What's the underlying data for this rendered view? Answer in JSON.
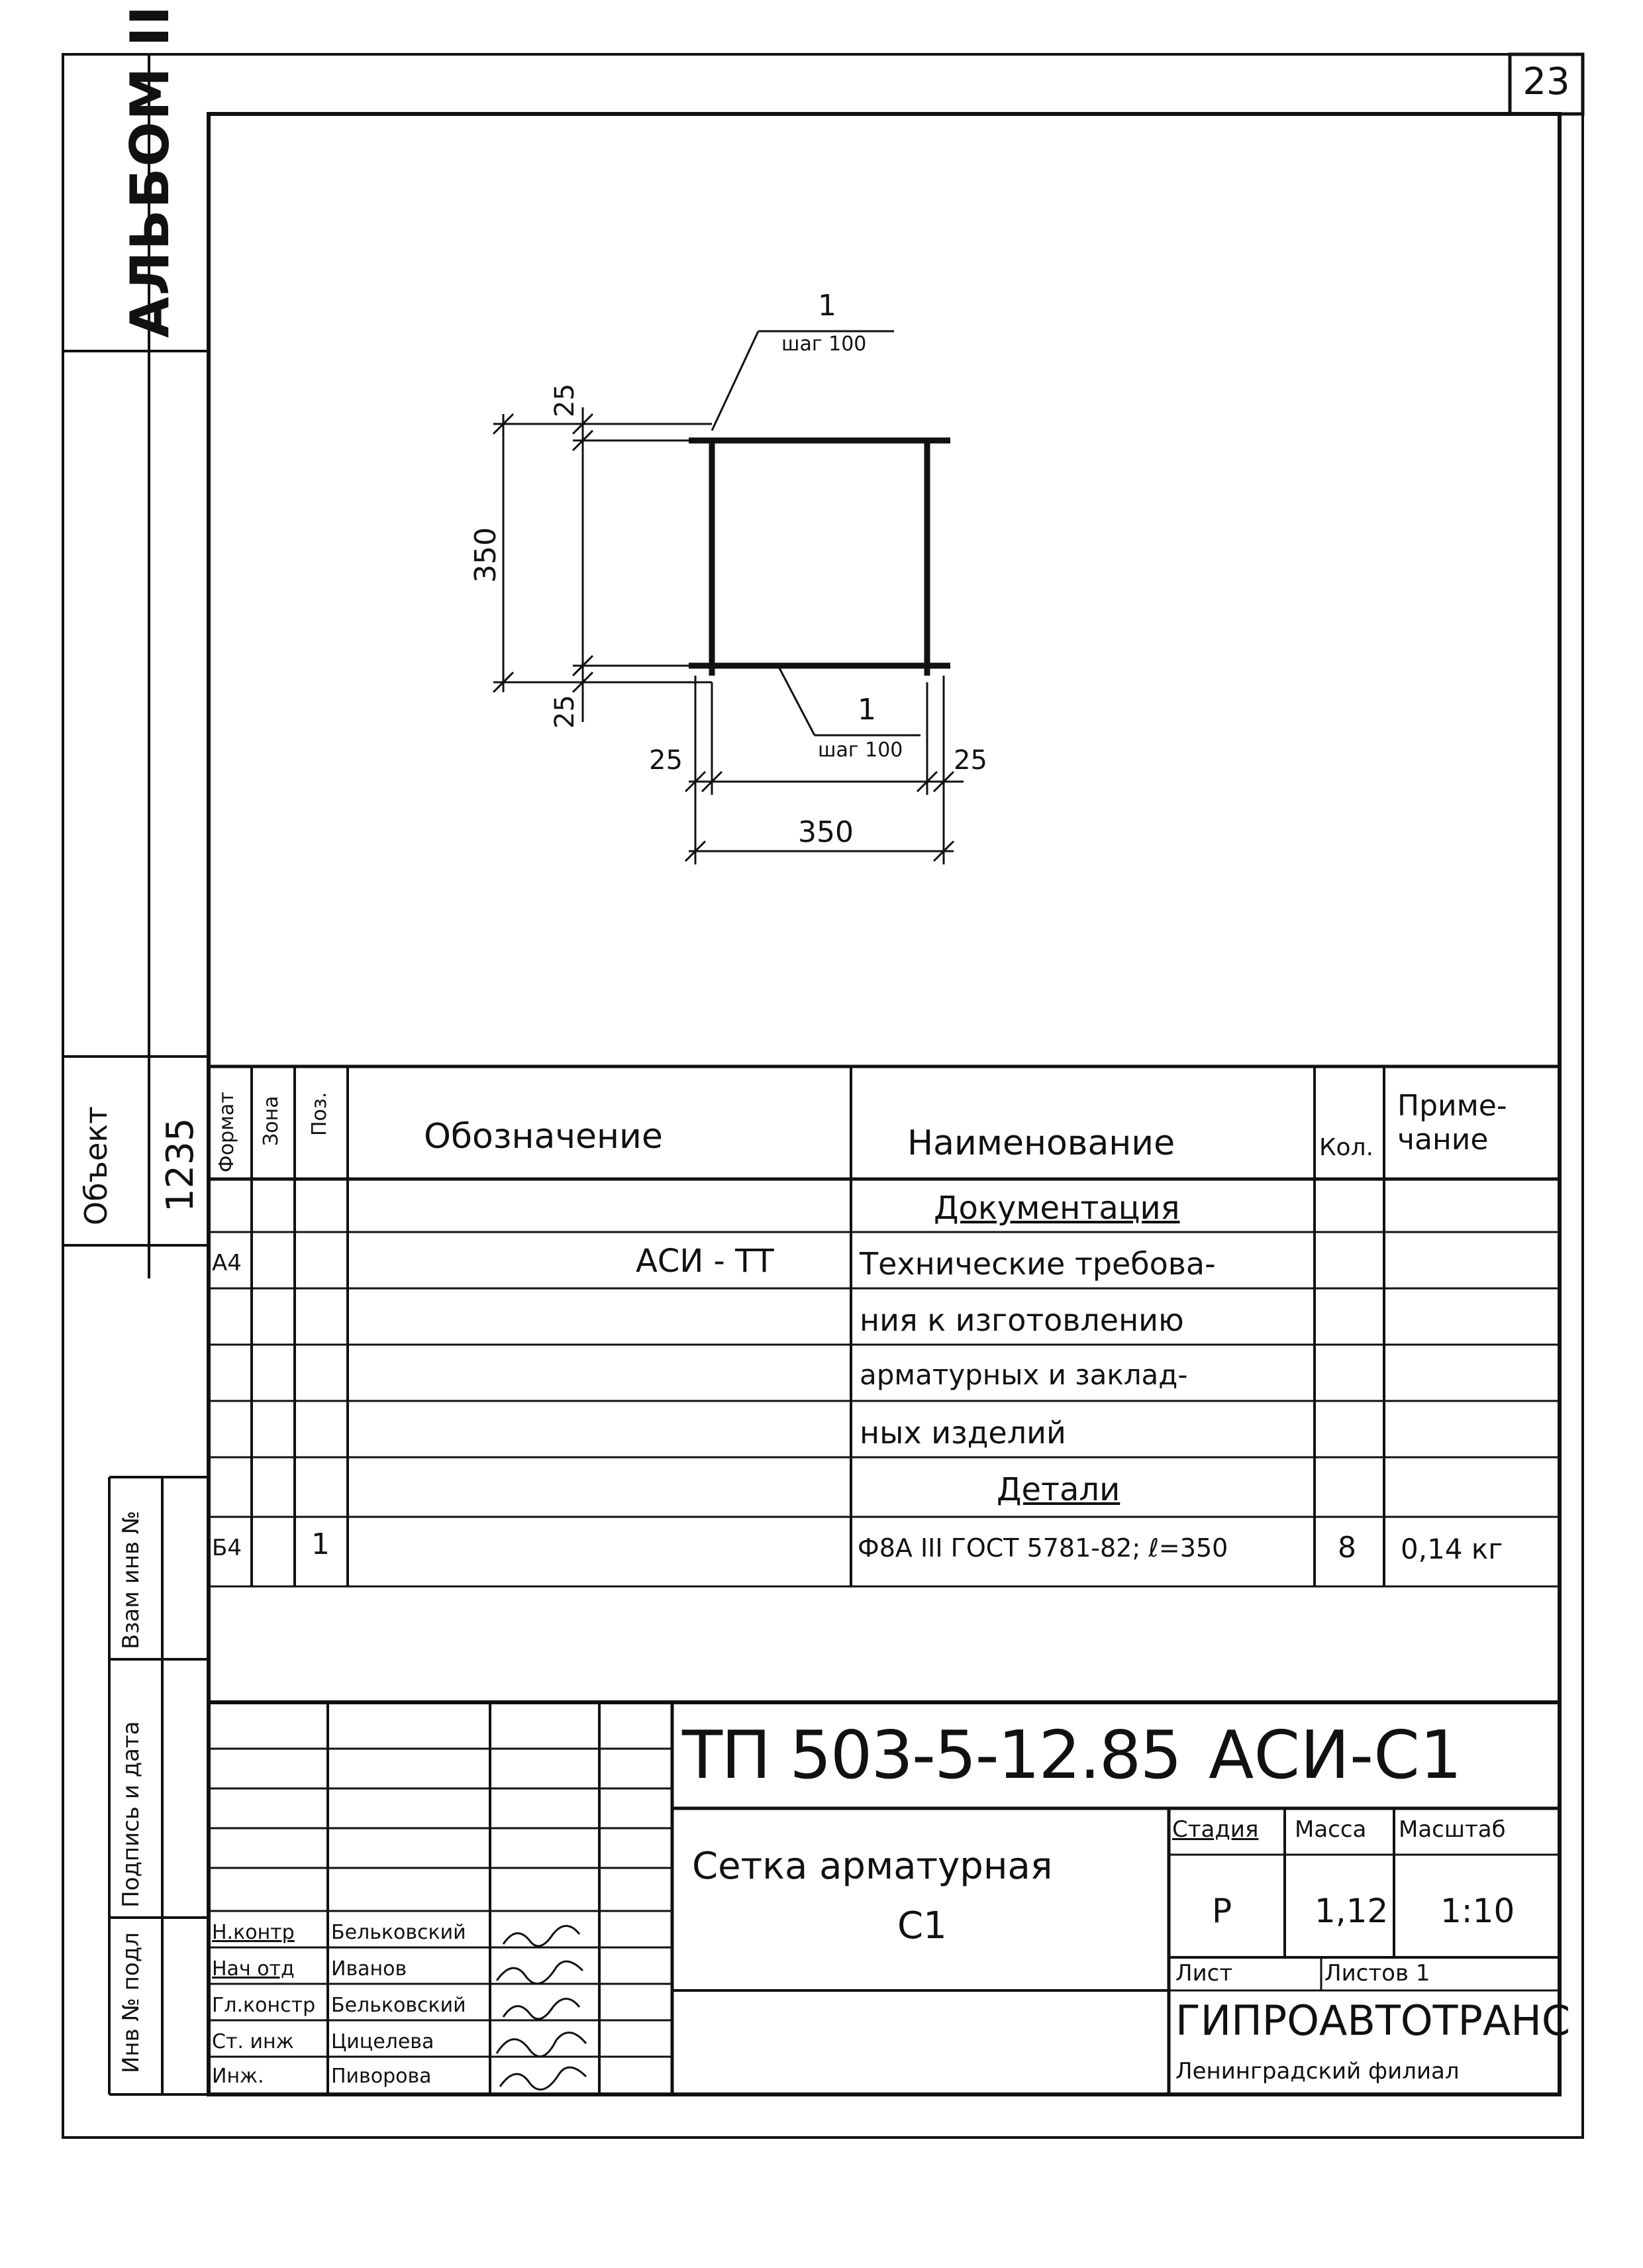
{
  "sheet_number": "23",
  "album": "АЛЬБОМ III",
  "object": {
    "label": "Объект",
    "value": "1235"
  },
  "side_stamp": [
    "Инв № подл",
    "Подпись и дата",
    "Взам инв №"
  ],
  "drawing": {
    "bar_label_top": {
      "pos": "1",
      "step": "шаг 100"
    },
    "bar_label_bottom": {
      "pos": "1",
      "step": "шаг 100"
    },
    "dims": {
      "height": "350",
      "top_offset": "25",
      "bottom_offset": "25",
      "width": "350",
      "left_offset": "25",
      "right_offset": "25"
    }
  },
  "spec": {
    "headers": {
      "format": "Формат",
      "zone": "Зона",
      "pos": "Поз.",
      "designation": "Обозначение",
      "name": "Наименование",
      "qty": "Кол.",
      "note": "Приме-\nчание"
    },
    "section_documentation": "Документация",
    "doc_format": "А4",
    "doc_designation": "АСИ - ТТ",
    "doc_name_lines": [
      "Технические требова-",
      "ния к изготовлению",
      "арматурных и заклад-",
      "ных изделий"
    ],
    "section_details": "Детали",
    "detail": {
      "format": "Б4",
      "pos": "1",
      "name": "Ф8А III ГОСТ 5781-82; ℓ=350",
      "qty": "8",
      "note": "0,14 кг"
    }
  },
  "title_block": {
    "doc_code": "ТП 503-5-12.85",
    "mark": "АСИ-С1",
    "title_line1": "Сетка арматурная",
    "title_line2": "С1",
    "stage_label": "Стадия",
    "mass_label": "Масса",
    "scale_label": "Масштаб",
    "stage": "Р",
    "mass": "1,12",
    "scale": "1:10",
    "sheet_label": "Лист",
    "sheets_label": "Листов 1",
    "org": "ГИПРОАВТОТРАНС",
    "branch": "Ленинградский филиал",
    "signatures": [
      {
        "role": "Н.контр",
        "name": "Бельковский"
      },
      {
        "role": "Нач отд",
        "name": "Иванов"
      },
      {
        "role": "Гл.констр",
        "name": "Бельковский"
      },
      {
        "role": "Ст. инж",
        "name": "Цицелева"
      },
      {
        "role": "Инж.",
        "name": "Пиворова"
      }
    ]
  }
}
